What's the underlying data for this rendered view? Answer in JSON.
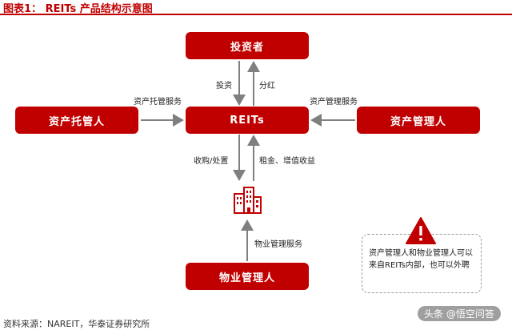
{
  "header": {
    "title": "图表1：   REITs 产品结构示意图"
  },
  "nodes": {
    "investor": "投资者",
    "custodian": "资产托管人",
    "reits": "REITs",
    "asset_manager": "资产管理人",
    "property_manager": "物业管理人"
  },
  "edge_labels": {
    "invest": "投资",
    "dividend": "分红",
    "custody_service": "资产托管服务",
    "asset_mgmt_service": "资产管理服务",
    "acquire_dispose": "收购/处置",
    "rent_income": "租金、增值收益",
    "property_mgmt_service": "物业管理服务"
  },
  "note": {
    "text": "资产管理人和物业管理人可以来自REITs内部，也可以外聘"
  },
  "footer": {
    "source": "资料来源：NAREIT，华泰证券研究所"
  },
  "watermark": "头条 @悟空问答",
  "colors": {
    "primary": "#c00000",
    "arrow": "#7f7f7f"
  },
  "icons": [
    "building-icon",
    "warning-icon"
  ]
}
